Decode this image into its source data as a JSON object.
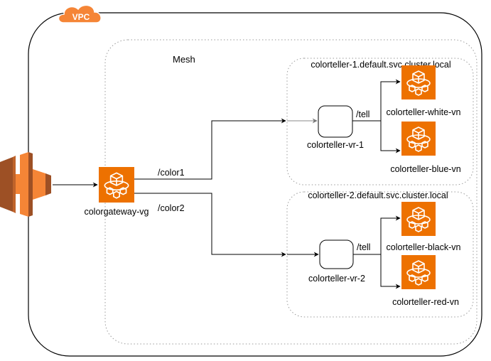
{
  "vpc": {
    "label": "VPC"
  },
  "mesh": {
    "label": "Mesh"
  },
  "gateway": {
    "label": "colorgateway-vg"
  },
  "routes": {
    "color1": "/color1",
    "color2": "/color2"
  },
  "namespace1": {
    "label": "colorteller-1.default.svc.cluster.local",
    "router": {
      "label": "colorteller-vr-1",
      "route": "/tell"
    },
    "nodes": [
      {
        "label": "colorteller-white-vn"
      },
      {
        "label": "colorteller-blue-vn"
      }
    ]
  },
  "namespace2": {
    "label": "colorteller-2.default.svc.cluster.local",
    "router": {
      "label": "colorteller-vr-2",
      "route": "/tell"
    },
    "nodes": [
      {
        "label": "colorteller-black-vn"
      },
      {
        "label": "colorteller-red-vn"
      }
    ]
  },
  "colors": {
    "aws_orange": "#ED7100",
    "elb_orange": "#F58536",
    "elb_dark": "#9D5025",
    "line": "#000000",
    "dotted": "#9a9a9a"
  },
  "icons": {
    "vpc": "cloud-icon",
    "load_balancer": "load-balancer-icon",
    "app_mesh": "app-mesh-icon"
  }
}
